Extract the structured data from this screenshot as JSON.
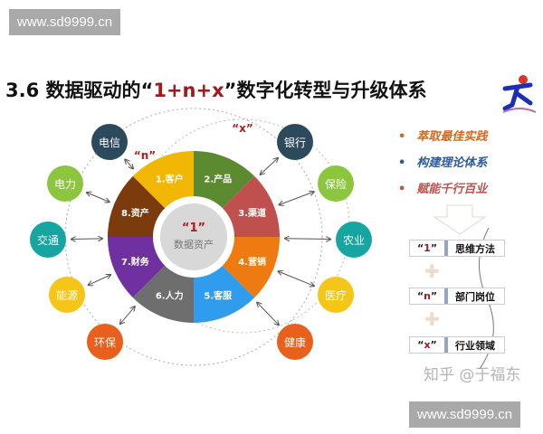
{
  "watermark_top": "www.sd9999.cn",
  "watermark_bottom": "www.sd9999.cn",
  "title": {
    "prefix": "3.6 数据驱动的“",
    "highlight": "1+n+x",
    "suffix": "”数字化转型与升级体系"
  },
  "logo": "person-running-logo",
  "wheel": {
    "n_label": "“n”",
    "x_label": "“x”",
    "center_quote": "“1”",
    "center_label": "数据资产",
    "segments": [
      {
        "label": "1.客户",
        "color": "#f2b705"
      },
      {
        "label": "2.产品",
        "color": "#5b8a30"
      },
      {
        "label": "3.渠道",
        "color": "#c0504d"
      },
      {
        "label": "4.营销",
        "color": "#f07a12"
      },
      {
        "label": "5.客服",
        "color": "#2f9cee"
      },
      {
        "label": "6.人力",
        "color": "#6e6e6e"
      },
      {
        "label": "7.财务",
        "color": "#7030a0"
      },
      {
        "label": "8.资产",
        "color": "#7b3b0c"
      }
    ]
  },
  "industries": [
    {
      "label": "电信",
      "color": "#2d4a5c"
    },
    {
      "label": "电力",
      "color": "#8cc63f"
    },
    {
      "label": "交通",
      "color": "#16a5a0"
    },
    {
      "label": "能源",
      "color": "#f5c518"
    },
    {
      "label": "环保",
      "color": "#e8601c"
    },
    {
      "label": "银行",
      "color": "#2d4a5c"
    },
    {
      "label": "保险",
      "color": "#8cc63f"
    },
    {
      "label": "农业",
      "color": "#16a5a0"
    },
    {
      "label": "医疗",
      "color": "#f5c518"
    },
    {
      "label": "健康",
      "color": "#e8601c"
    }
  ],
  "bullets": [
    {
      "text": "萃取最佳实践",
      "color": "#d2691e"
    },
    {
      "text": "构建理论体系",
      "color": "#2e5c9a"
    },
    {
      "text": "赋能千行百业",
      "color": "#c0504d"
    }
  ],
  "stack": [
    {
      "quote": "1",
      "text": "思维方法"
    },
    {
      "quote": "n",
      "text": "部门岗位"
    },
    {
      "quote": "x",
      "text": "行业领域"
    }
  ],
  "plus": "✚",
  "overlay_watermark": "知乎 @于福东"
}
